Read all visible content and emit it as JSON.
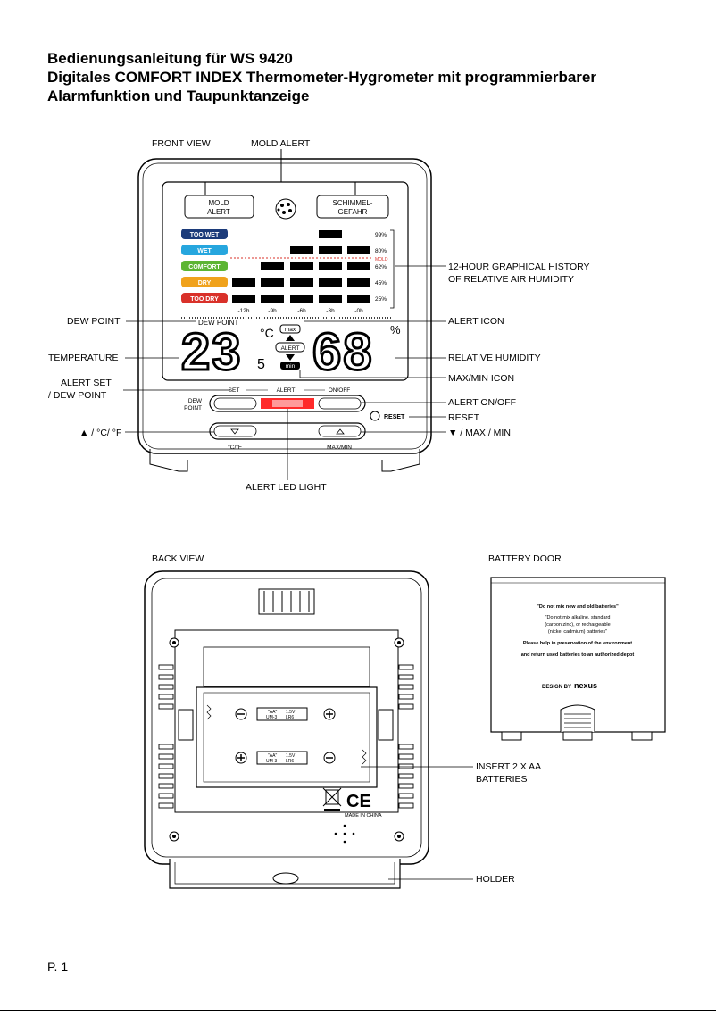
{
  "title": {
    "line1": "Bedienungsanleitung für WS 9420",
    "line2": "Digitales COMFORT INDEX Thermometer-Hygrometer mit programmierbarer",
    "line3": "Alarmfunktion und Taupunktanzeige"
  },
  "front": {
    "front_view": "FRONT VIEW",
    "mold_alert": "MOLD ALERT",
    "mold_box_l1": "MOLD",
    "mold_box_l2": "ALERT",
    "schimmel_l1": "SCHIMMEL-",
    "schimmel_l2": "GEFAHR",
    "levels": [
      "TOO WET",
      "WET",
      "COMFORT",
      "DRY",
      "TOO DRY"
    ],
    "pct": [
      "99%",
      "80%",
      "62%",
      "45%",
      "25%"
    ],
    "mold_small": "MOLD",
    "hours": [
      "-12h",
      "-9h",
      "-6h",
      "-3h",
      "-0h"
    ],
    "dew_point_lcd": "DEW POINT",
    "temp_main": "23",
    "temp_dec": "5",
    "unit_c": "°C",
    "hum": "68",
    "pct_sign": "%",
    "max": "max",
    "alert": "ALERT",
    "min": "min",
    "btn_set": "SET",
    "btn_alert": "ALERT",
    "btn_onoff": "ON/OFF",
    "dew_left_l1": "DEW",
    "dew_left_l2": "POINT",
    "cf": "°C/°F",
    "maxmin": "MAX/MIN",
    "reset": "RESET",
    "c_dew_point": "DEW POINT",
    "c_temperature": "TEMPERATURE",
    "c_alert_set_l1": "ALERT SET",
    "c_alert_set_l2": "/ DEW POINT",
    "c_up": "▲ / °C/ °F",
    "c_history_l1": "12-HOUR GRAPHICAL HISTORY",
    "c_history_l2": "OF RELATIVE AIR HUMIDITY",
    "c_alert_icon": "ALERT ICON",
    "c_rel_hum": "RELATIVE HUMIDITY",
    "c_maxmin_icon": "MAX/MIN ICON",
    "c_alert_onoff": "ALERT ON/OFF",
    "c_reset": "RESET",
    "c_down": "▼ / MAX / MIN",
    "c_led": "ALERT LED LIGHT"
  },
  "back": {
    "back_view": "BACK VIEW",
    "battery_door": "BATTERY DOOR",
    "insert_l1": "INSERT 2 X AA",
    "insert_l2": "BATTERIES",
    "holder": "HOLDER",
    "batt_aa": "\"AA\"",
    "batt_v": "1.5V",
    "batt_um": "UM-3",
    "batt_lr": "LR6",
    "made_in": "MADE IN CHINA",
    "ce": "CE",
    "door_t1": "\"Do not mix new and old batteries\"",
    "door_t2": "\"Do not mix alkaline, standard",
    "door_t3": "(carbon zinc), or rechargeable",
    "door_t4": "(nickel cadmium) batteries\"",
    "door_t5": "Please help in preservation of the environment",
    "door_t6": "and return used batteries to an authorized depot",
    "design_by": "DESIGN BY",
    "nexus": "nexus"
  },
  "footer": {
    "page": "P. 1"
  },
  "colors": {
    "too_wet": "#1c3b7a",
    "wet": "#26a6de",
    "comfort": "#5cb533",
    "dry": "#f0a21c",
    "too_dry": "#d9312a",
    "led": "#ff2a2a"
  }
}
